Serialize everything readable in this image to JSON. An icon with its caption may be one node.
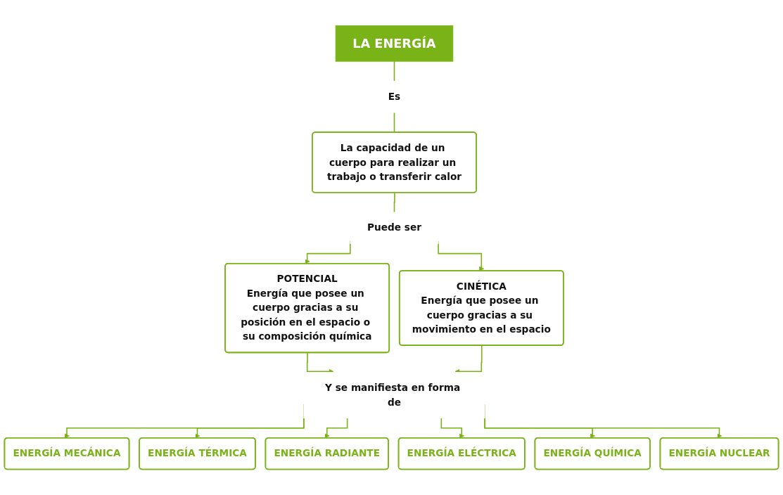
{
  "diagram": {
    "nodes": [
      {
        "text": [
          "LA ENERGÍA"
        ]
      },
      {
        "text": [
          "Es"
        ]
      },
      {
        "text": [
          "La capacidad de un cuerpo para realizar un trabajo o transferir calor"
        ]
      },
      {
        "text": [
          "Puede ser"
        ]
      },
      {
        "text": [
          "POTENCIAL",
          "Energía que posee un cuerpo gracias a su posición en el espacio o su composición química"
        ]
      },
      {
        "text": [
          "CINÉTICA",
          "Energía que posee un cuerpo gracias a su movimiento en el espacio"
        ]
      },
      {
        "text": [
          "Y se manifiesta en forma de"
        ]
      },
      {
        "text": [
          "ENERGÍA MECÁNICA"
        ]
      },
      {
        "text": [
          "ENERGÍA TÉRMICA"
        ]
      },
      {
        "text": [
          "ENERGÍA RADIANTE"
        ]
      },
      {
        "text": [
          "ENERGÍA ELÉCTRICA"
        ]
      },
      {
        "text": [
          "ENERGÍA QUÍMICA"
        ]
      },
      {
        "text": [
          "ENERGÍA NUCLEAR"
        ]
      }
    ],
    "edges": [
      {
        "from": 0,
        "to": 1,
        "arrow": "none"
      },
      {
        "from": 1,
        "to": 2,
        "arrow": "none"
      },
      {
        "from": 2,
        "to": 3,
        "arrow": "none"
      },
      {
        "from": 3,
        "to": 4,
        "arrow": "to"
      },
      {
        "from": 3,
        "to": 5,
        "arrow": "to"
      },
      {
        "from": 4,
        "to": 6,
        "arrow": "to"
      },
      {
        "from": 5,
        "to": 6,
        "arrow": "to"
      },
      {
        "from": 6,
        "to": 7,
        "arrow": "to"
      },
      {
        "from": 6,
        "to": 8,
        "arrow": "to"
      },
      {
        "from": 6,
        "to": 9,
        "arrow": "to"
      },
      {
        "from": 6,
        "to": 10,
        "arrow": "to"
      },
      {
        "from": 6,
        "to": 11,
        "arrow": "to"
      },
      {
        "from": 6,
        "to": 12,
        "arrow": "to"
      }
    ]
  }
}
